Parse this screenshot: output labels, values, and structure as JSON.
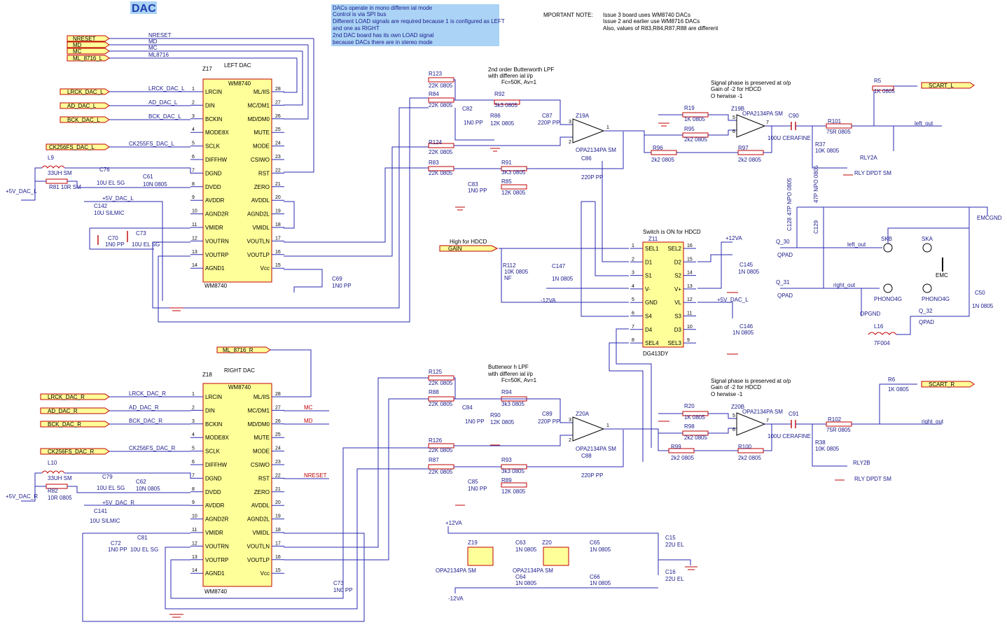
{
  "title": "DAC",
  "notes": [
    "DACs operate in mono differen ial mode",
    "Control is via SPI bus",
    "Different LOAD signals are required because 1 is configured as LEFT",
    "and one as RIGHT",
    "2nd DAC board has its own LOAD signal",
    "because DACs there are in stereo mode"
  ],
  "important": {
    "label": "MPORTANT NOTE:",
    "lines": [
      "Issue 3 board uses WM8740 DACs",
      "Issue 2 and earlier use WM8716 DACs",
      "Also, values of R83,R84,R87,R88 are different"
    ]
  },
  "ports": {
    "nreset": "NRESET",
    "md": "MD",
    "mc": "MC",
    "ml8716": "ML_8716_L",
    "lrck_l": "LRCK_DAC_L",
    "ad_l": "AD_DAC_L",
    "bck_l": "BCK_DAC_L",
    "ck_l": "CK256FS_DAC_L",
    "ml8716r": "ML_8716_R",
    "lrck_r": "LRCK_DAC_R",
    "ad_r": "AD_DAC_R",
    "bck_r": "BCK_DAC_R",
    "ck_r": "CK256FS_DAC_R",
    "scart_l": "SCART_L",
    "scart_r": "SCART_R",
    "gain": "GAIN"
  },
  "nets": {
    "nreset": "NRESET",
    "md": "MD",
    "mc": "MC",
    "ml8716": "ML8716",
    "lrck_l": "LRCK_DAC_L",
    "ad_l": "AD_DAC_L",
    "bck_l": "BCK_DAC_L",
    "ck_l": "CK255FS_DAC_L",
    "lrck_r": "LRCK_DAC_R",
    "ad_r": "AD_DAC_R",
    "bck_r": "BCK_DAC_R",
    "ck_r": "CK256FS_DAC_R",
    "mc_r": "MC",
    "md_r": "MD",
    "nreset_r": "NRESET",
    "v5l": "+5V_DAC_L",
    "v5r": "+5V_DAC_R",
    "v5l2": "+5V_DAC_L",
    "v5r2": "+5V_DAC_R",
    "left_out": "left_out",
    "right_out": "right_out",
    "p12": "+12VA",
    "m12": "-12VA",
    "p12b": "+12VA",
    "m12b": "-12VA",
    "v5lb": "+5V_DAC_L",
    "emcgnd": "EMCGND",
    "opgnd": "OPGND",
    "emc": "EMC",
    "left_out2": "left_out",
    "right_out2": "right_out"
  },
  "leftdac": {
    "ref": "Z17",
    "name": "LEFT DAC",
    "part": "WM8740",
    "partb": "WM8740",
    "pins_left": [
      {
        "n": "1",
        "name": "LRCIN"
      },
      {
        "n": "2",
        "name": "DIN"
      },
      {
        "n": "3",
        "name": "BCKIN"
      },
      {
        "n": "4",
        "name": "MODE8X"
      },
      {
        "n": "5",
        "name": "SCLK"
      },
      {
        "n": "6",
        "name": "DIFFHW"
      },
      {
        "n": "7",
        "name": "DGND"
      },
      {
        "n": "8",
        "name": "DVDD"
      },
      {
        "n": "9",
        "name": "AVDDR"
      },
      {
        "n": "10",
        "name": "AGND2R"
      },
      {
        "n": "11",
        "name": "VMIDR"
      },
      {
        "n": "12",
        "name": "VOUTRN"
      },
      {
        "n": "13",
        "name": "VOUTRP"
      },
      {
        "n": "14",
        "name": "AGND1"
      }
    ],
    "pins_right": [
      {
        "n": "28",
        "name": "ML/IIS"
      },
      {
        "n": "27",
        "name": "MC/DM1"
      },
      {
        "n": "26",
        "name": "MD/DM0"
      },
      {
        "n": "25",
        "name": "MUTE"
      },
      {
        "n": "24",
        "name": "MODE"
      },
      {
        "n": "23",
        "name": "CSIWO"
      },
      {
        "n": "22",
        "name": "RST"
      },
      {
        "n": "21",
        "name": "ZERO"
      },
      {
        "n": "20",
        "name": "AVDDL"
      },
      {
        "n": "19",
        "name": "AGND2L"
      },
      {
        "n": "18",
        "name": "VMIDL"
      },
      {
        "n": "17",
        "name": "VOUTLN"
      },
      {
        "n": "16",
        "name": "VOUTLP"
      },
      {
        "n": "15",
        "name": "Vcc"
      }
    ]
  },
  "rightdac": {
    "ref": "Z18",
    "name": "RIGHT DAC",
    "part": "WM8740",
    "partb": "WM8740"
  },
  "parts": {
    "l9": "L9",
    "l9v": "33UH SM",
    "r81": "R81 10R SM",
    "c76": "C76",
    "c76v": "10U EL SG",
    "c61": "C61",
    "c61v": "10N 0805",
    "c142": "C142",
    "c142v": "10U SILMIC",
    "c70": "C70",
    "c70v": "1N0 PP",
    "c73": "C73",
    "c73v": "10U EL SG",
    "c69": "C69",
    "c69v": "1N0 PP",
    "l10": "L10",
    "l10v": "33UH SM",
    "r82": "R82",
    "r82v": "10R 0805",
    "c79": "C79",
    "c79v": "10U EL SG",
    "c62": "C62",
    "c62v": "10N 0805",
    "c141": "C141",
    "c141v": "10U SILMIC",
    "c72": "C72",
    "c72v": "1N0 PP",
    "c81": "C81",
    "c81v": "10U EL SG",
    "c73b": "C73",
    "c73bv": "1N0 PP",
    "r123": "R123",
    "r123v": "22K 0805",
    "r84": "R84",
    "r84v": "22K 0805",
    "c82": "C82",
    "c82v": "1N0 PP",
    "r92": "R92",
    "r92v": "3k3 0805",
    "r86": "R86",
    "r86v": "12K 0805",
    "c87": "C87",
    "c87v": "220P PP",
    "r124": "R124",
    "r124v": "22K 0805",
    "r83": "R83",
    "r83v": "22K 0805",
    "c83": "C83",
    "c83v": "1N0 PP",
    "r91": "R91",
    "r91v": "3K3 0805",
    "r85": "R85",
    "r85v": "12K 0805",
    "c86": "C86",
    "c86v": "220P PP",
    "z19a": "Z19A",
    "z19av": "OPA2134PA SM",
    "z19b": "Z19B",
    "z19bv": "OPA2134PA SM",
    "r19": "R19",
    "r19v": "1K 0805",
    "r95": "R95",
    "r95v": "2k2 0805",
    "r96": "R96",
    "r96v": "2k2 0805",
    "r97": "R97",
    "r97v": "2k2 0805",
    "c90": "C90",
    "c90v": "100U CERAFINE",
    "r101": "R101",
    "r101v": "75R 0805",
    "r37": "R37",
    "r37v": "10K 0805",
    "r5": "R5",
    "r5v": "1K 0805",
    "rly2a": "RLY2A",
    "rly2av": "RLY DPDT SM",
    "r125": "R125",
    "r125v": "22K 0805",
    "r88": "R88",
    "r88v": "22K 0805",
    "c84": "C84",
    "c84v": "1N0 PP",
    "r94": "R94",
    "r94v": "3k3 0805",
    "r90": "R90",
    "r90v": "12K 0805",
    "c89": "C89",
    "c89v": "220P PP",
    "r126": "R126",
    "r126v": "22K 0805",
    "r87": "R87",
    "r87v": "22K 0805",
    "c85": "C85",
    "c85v": "1N0 PP",
    "r93": "R93",
    "r93v": "3k3 0805",
    "r89": "R89",
    "r89v": "12K 0805",
    "c88": "C88",
    "c88v": "220P PP",
    "z20a": "Z20A",
    "z20av": "OPA2134PA SM",
    "z20b": "Z20B",
    "z20bv": "OPA2134PA SM",
    "r20": "R20",
    "r20v": "1K 0805",
    "r98": "R98",
    "r98v": "2k2 0805",
    "r99": "R99",
    "r99v": "2k2 0805",
    "r100": "R100",
    "r100v": "2k2 0805",
    "c91": "C91",
    "c91v": "100U CERAFINE",
    "r102": "R102",
    "r102v": "75R 0805",
    "r38": "R38",
    "r38v": "10K 0805",
    "r6": "R6",
    "r6v": "1K 0805",
    "rly2b": "RLY2B",
    "rly2bv": "RLY DPDT SM",
    "z11": "Z11",
    "z11v": "DG413DY",
    "r112": "R112",
    "r112v": "10K 0805",
    "r112n": "NF",
    "c147": "C147",
    "c147v": "1N 0805",
    "c145": "C145",
    "c145v": "1N 0805",
    "c146": "C146",
    "c146v": "1N 0805",
    "c128": "C128",
    "c128v": "47P NPO 0805",
    "c129": "C129",
    "c129v": "47P NPO 0805",
    "q30": "Q_30",
    "q31": "Q_31",
    "q32": "Q_32",
    "qpad": "QPAD",
    "qpad2": "QPAD",
    "qpad3": "QPAD",
    "skb": "SKB",
    "ska": "SKA",
    "phono": "PHONO4G",
    "phono2": "PHONO4G",
    "c50": "C50",
    "c50v": "1N 0805",
    "l16": "L16",
    "l16v": "7F004",
    "z1": "Z19",
    "z1v": "OPA2134PA SM",
    "z2": "Z20",
    "z2v": "OPA2134PA SM",
    "c63": "C63",
    "c63v": "1N 0805",
    "c64": "C64",
    "c64v": "1N 0805",
    "c65": "C65",
    "c65v": "1N 0805",
    "c66": "C66",
    "c66v": "1N 0805",
    "c15": "C15",
    "c15v": "22U EL",
    "c16": "C16",
    "c16v": "22U EL"
  },
  "annotations": {
    "lpf1": [
      "2nd order Butterworth LPF",
      "with differen ial i/p",
      "Fc=50K, Av=1"
    ],
    "lpf2": [
      "Butterwor h LPF",
      "with differen ial i/p",
      "Fc=50K, Av=1"
    ],
    "phase1": [
      "Signal phase is preserved at o/p",
      "Gain of -2 for HDCD",
      "O herwise -1"
    ],
    "phase2": [
      "Signal phase is preserved at o/p",
      "Gain of -2 for HDCD",
      "O herwise -1"
    ],
    "hdcd": "High for HDCD",
    "switch": "Switch is ON for HDCD"
  },
  "dg413": {
    "left": [
      {
        "n": "1",
        "name": "SEL1"
      },
      {
        "n": "2",
        "name": "D1"
      },
      {
        "n": "3",
        "name": "S1"
      },
      {
        "n": "4",
        "name": "V-"
      },
      {
        "n": "5",
        "name": "GND"
      },
      {
        "n": "6",
        "name": "S4"
      },
      {
        "n": "7",
        "name": "D4"
      },
      {
        "n": "8",
        "name": "SEL4"
      }
    ],
    "right": [
      {
        "n": "16",
        "name": "SEL2"
      },
      {
        "n": "15",
        "name": "D2"
      },
      {
        "n": "14",
        "name": "S2"
      },
      {
        "n": "13",
        "name": "V+"
      },
      {
        "n": "12",
        "name": "VL"
      },
      {
        "n": "11",
        "name": "S3"
      },
      {
        "n": "10",
        "name": "D3"
      },
      {
        "n": "9",
        "name": "SEL3"
      }
    ]
  }
}
